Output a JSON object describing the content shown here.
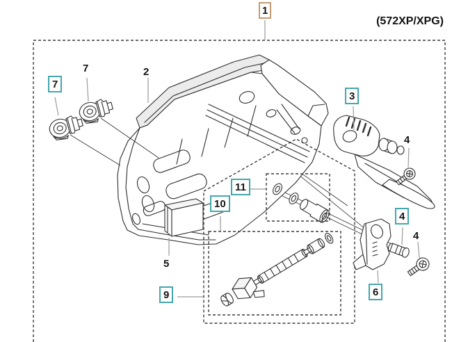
{
  "model_label": "(572XP/XPG)",
  "callouts": {
    "item1": {
      "number": "1",
      "highlighted": true,
      "highlight_color": "tan"
    },
    "item2": {
      "number": "2",
      "highlighted": false
    },
    "item3": {
      "number": "3",
      "highlighted": true,
      "highlight_color": "teal"
    },
    "item4_top": {
      "number": "4",
      "highlighted": false
    },
    "item4_middle": {
      "number": "4",
      "highlighted": true,
      "highlight_color": "teal"
    },
    "item4_bottom": {
      "number": "4",
      "highlighted": false
    },
    "item5": {
      "number": "5",
      "highlighted": false
    },
    "item6": {
      "number": "6",
      "highlighted": true,
      "highlight_color": "teal"
    },
    "item7_left": {
      "number": "7",
      "highlighted": true,
      "highlight_color": "teal"
    },
    "item7_right": {
      "number": "7",
      "highlighted": false
    },
    "item9": {
      "number": "9",
      "highlighted": true,
      "highlight_color": "teal"
    },
    "item10": {
      "number": "10",
      "highlighted": true,
      "highlight_color": "teal"
    },
    "item11": {
      "number": "11",
      "highlighted": true,
      "highlight_color": "teal"
    }
  },
  "colors": {
    "hotspot_teal": "#43A6AC",
    "hotspot_tan": "#C49B73",
    "line": "#2d2d2d",
    "dashed": "#3a3a3a",
    "leader": "#9a9a9a",
    "background": "#ffffff"
  }
}
